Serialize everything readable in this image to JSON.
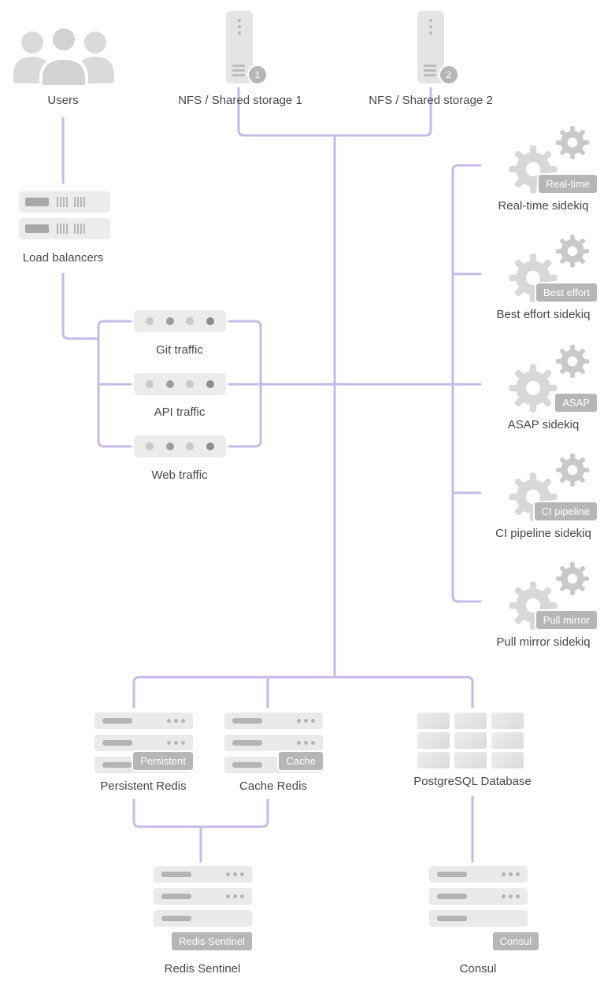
{
  "colors": {
    "connector": "#c7b9e8",
    "label_text": "#474747",
    "badge_bg": "#b6b6b6",
    "badge_text": "#ffffff"
  },
  "nodes": {
    "users": {
      "label": "Users"
    },
    "nfs1": {
      "label": "NFS / Shared storage 1",
      "badge": "1"
    },
    "nfs2": {
      "label": "NFS / Shared storage 2",
      "badge": "2"
    },
    "load_balancers": {
      "label": "Load balancers"
    },
    "git_traffic": {
      "label": "Git traffic"
    },
    "api_traffic": {
      "label": "API traffic"
    },
    "web_traffic": {
      "label": "Web traffic"
    },
    "sidekiq_realtime": {
      "label": "Real-time sidekiq",
      "badge": "Real-time"
    },
    "sidekiq_best_effort": {
      "label": "Best effort sidekiq",
      "badge": "Best effort"
    },
    "sidekiq_asap": {
      "label": "ASAP sidekiq",
      "badge": "ASAP"
    },
    "sidekiq_ci_pipeline": {
      "label": "CI pipeline sidekiq",
      "badge": "CI pipeline"
    },
    "sidekiq_pull_mirror": {
      "label": "Pull mirror sidekiq",
      "badge": "Pull mirror"
    },
    "persistent_redis": {
      "label": "Persistent Redis",
      "badge": "Persistent"
    },
    "cache_redis": {
      "label": "Cache Redis",
      "badge": "Cache"
    },
    "postgresql": {
      "label": "PostgreSQL Database"
    },
    "redis_sentinel": {
      "label": "Redis Sentinel",
      "badge": "Redis Sentinel"
    },
    "consul": {
      "label": "Consul",
      "badge": "Consul"
    }
  }
}
